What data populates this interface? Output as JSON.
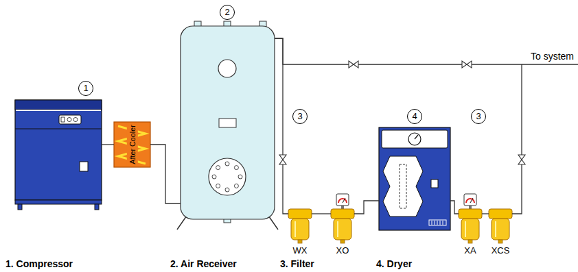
{
  "diagram": {
    "nodes": [
      {
        "text": [
          "1"
        ]
      },
      {
        "text": [
          "After Cooler"
        ]
      },
      {
        "text": [
          "2"
        ]
      },
      {
        "text": [
          "WX"
        ]
      },
      {
        "text": [
          "XO"
        ]
      },
      {
        "text": [
          "4"
        ]
      },
      {
        "text": [
          "XA"
        ]
      },
      {
        "text": [
          "XCS"
        ]
      }
    ],
    "edges": [
      {
        "from": 0,
        "to": 1,
        "arrow": "none"
      },
      {
        "from": 1,
        "to": 2,
        "arrow": "none"
      },
      {
        "from": 2,
        "to": 3,
        "arrow": "none"
      },
      {
        "from": 3,
        "to": 4,
        "arrow": "none"
      },
      {
        "from": 4,
        "to": 5,
        "arrow": "none"
      },
      {
        "from": 5,
        "to": 6,
        "arrow": "none"
      },
      {
        "from": 6,
        "to": 7,
        "arrow": "none"
      },
      {
        "from": 2,
        "to": 7,
        "arrow": "none"
      }
    ],
    "labels": [
      "To system",
      "3",
      "3",
      "1. Compressor",
      "2. Air Receiver",
      "3. Filter",
      "4. Dryer"
    ]
  }
}
